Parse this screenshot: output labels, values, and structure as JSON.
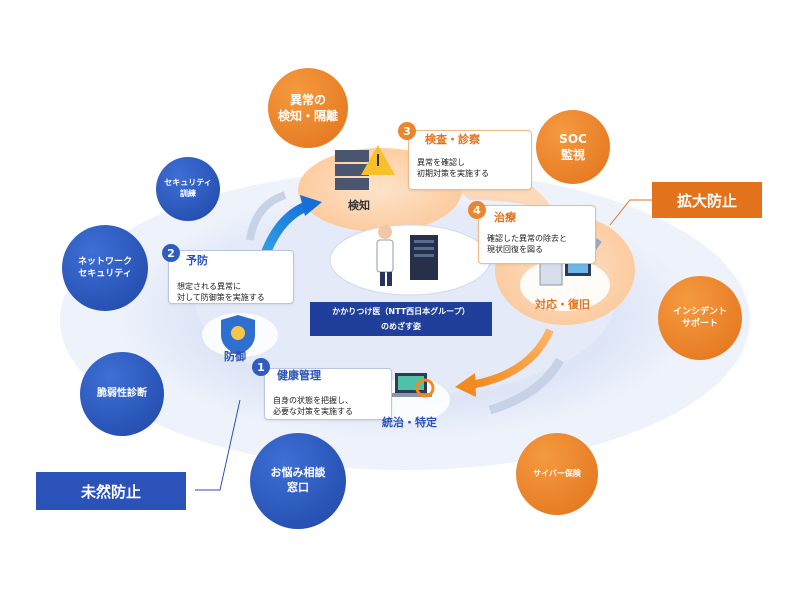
{
  "circles": {
    "anomaly": "異常の\n検知・隔離",
    "soc": "SOC\n監視",
    "security_training": "セキュリティ\n訓練",
    "network_security": "ネットワーク\nセキュリティ",
    "incident_support": "インシデント\nサポート",
    "vulnerability": "脆弱性診断",
    "consultation": "お悩み相談\n窓口",
    "cyber_insurance": "サイバー保険"
  },
  "steps": {
    "s1": {
      "number": "1",
      "title": "健康管理",
      "desc": "自身の状態を把握し、\n必要な対策を実施する"
    },
    "s2": {
      "number": "2",
      "title": "予防",
      "desc": "想定される異常に\n対して防御策を実施する"
    },
    "s3": {
      "number": "3",
      "title": "検査・診察",
      "desc": "異常を確認し\n初期対策を実施する"
    },
    "s4": {
      "number": "4",
      "title": "治療",
      "desc": "確認した異常の除去と\n現状回復を図る"
    }
  },
  "nodes": {
    "detection": "検知",
    "defense": "防御",
    "response": "対応・復旧",
    "governance": "統治・特定"
  },
  "center": {
    "line1": "かかりつけ医（NTT西日本グループ）",
    "line2": "のめざす姿"
  },
  "labels": {
    "prevention": "未然防止",
    "expansion": "拡大防止"
  },
  "colors": {
    "blue": "#2a52b8",
    "orange": "#e2721c",
    "ring": "#dfe6f7"
  }
}
